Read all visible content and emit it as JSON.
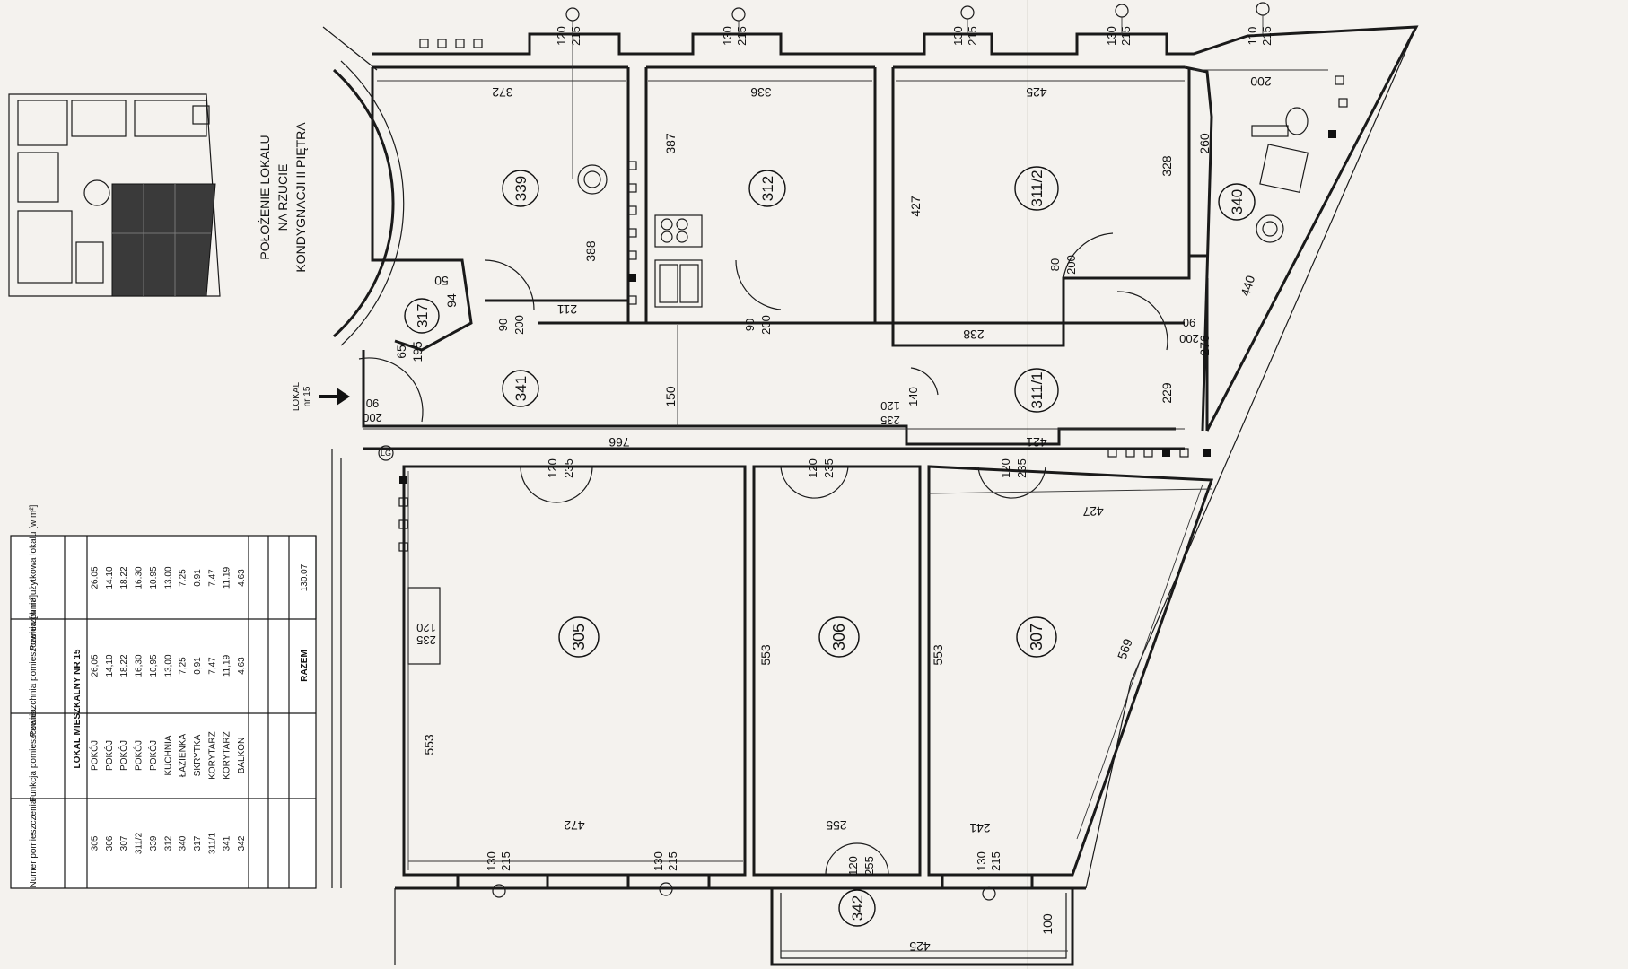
{
  "location_caption": [
    "POŁOŻENIE LOKALU",
    "NA RZUCIE",
    "KONDYGNACJI II PIĘTRA"
  ],
  "entrance": {
    "lokal": "LOKAL",
    "nr": "nr 15"
  },
  "rooms": [
    {
      "id": "339",
      "label": "339"
    },
    {
      "id": "312",
      "label": "312"
    },
    {
      "id": "311-2",
      "label": "311/2"
    },
    {
      "id": "340",
      "label": "340"
    },
    {
      "id": "317",
      "label": "317"
    },
    {
      "id": "341",
      "label": "341"
    },
    {
      "id": "311-1",
      "label": "311/1"
    },
    {
      "id": "305",
      "label": "305"
    },
    {
      "id": "306",
      "label": "306"
    },
    {
      "id": "307",
      "label": "307"
    },
    {
      "id": "342",
      "label": "342"
    }
  ],
  "dimensions": {
    "d372": "372",
    "d336": "336",
    "d425a": "425",
    "d200a": "200",
    "d387": "387",
    "d388": "388",
    "d211": "211",
    "d427a": "427",
    "d328": "328",
    "d260": "260",
    "d238": "238",
    "d440": "440",
    "d276": "276",
    "d229": "229",
    "d150": "150",
    "d766": "766",
    "d421": "421",
    "d427b": "427",
    "d94": "94",
    "d50": "50",
    "d65": "65",
    "d195": "195",
    "d553a": "553",
    "d553b": "553",
    "d553c": "553",
    "d569": "569",
    "d472": "472",
    "d255": "255",
    "d241": "241",
    "d425b": "425",
    "d100": "100"
  },
  "openings": {
    "win_top_1": [
      "120",
      "215"
    ],
    "win_top_2": [
      "130",
      "215"
    ],
    "win_top_3": [
      "130",
      "215"
    ],
    "win_top_4": [
      "130",
      "215"
    ],
    "win_top_5": [
      "110",
      "215"
    ],
    "door_339": [
      "90",
      "200"
    ],
    "door_312": [
      "90",
      "200"
    ],
    "door_3112": [
      "80",
      "200"
    ],
    "door_340": [
      "90",
      "200"
    ],
    "door_entry": [
      "90",
      "200"
    ],
    "door_3111": [
      "120",
      "235"
    ],
    "door_305a": [
      "120",
      "235"
    ],
    "door_306a": [
      "120",
      "235"
    ],
    "door_307a": [
      "120",
      "235"
    ],
    "door_305side": [
      "120",
      "235"
    ],
    "door_342": [
      "120",
      "255"
    ],
    "win_bot_1": [
      "130",
      "215"
    ],
    "win_bot_2": [
      "130",
      "215"
    ],
    "win_bot_3": [
      "130",
      "215"
    ],
    "misc_140": "140",
    "lg": "LG"
  },
  "table": {
    "headers": [
      "Numer pomieszczenia",
      "Funkcja pomieszczenia",
      "Powierzchnia pomieszczenia [w m²]",
      "Powierzchnia użytkowa lokalu [w m²]"
    ],
    "section_title": "LOKAL MIESZKALNY NR 15",
    "rows": [
      [
        "305",
        "POKÓJ",
        "26,05",
        "26.05"
      ],
      [
        "306",
        "POKÓJ",
        "14,10",
        "14.10"
      ],
      [
        "307",
        "POKÓJ",
        "18,22",
        "18.22"
      ],
      [
        "311/2",
        "POKÓJ",
        "16,30",
        "16.30"
      ],
      [
        "339",
        "POKÓJ",
        "10,95",
        "10.95"
      ],
      [
        "312",
        "KUCHNIA",
        "13,00",
        "13.00"
      ],
      [
        "340",
        "ŁAZIENKA",
        "7,25",
        "7.25"
      ],
      [
        "317",
        "SKRYTKA",
        "0,91",
        "0.91"
      ],
      [
        "311/1",
        "KORYTARZ",
        "7,47",
        "7.47"
      ],
      [
        "341",
        "KORYTARZ",
        "11,19",
        "11.19"
      ],
      [
        "342",
        "BALKON",
        "4,63",
        "4.63"
      ]
    ],
    "total_label": "RAZEM",
    "total_value": "130.07"
  }
}
